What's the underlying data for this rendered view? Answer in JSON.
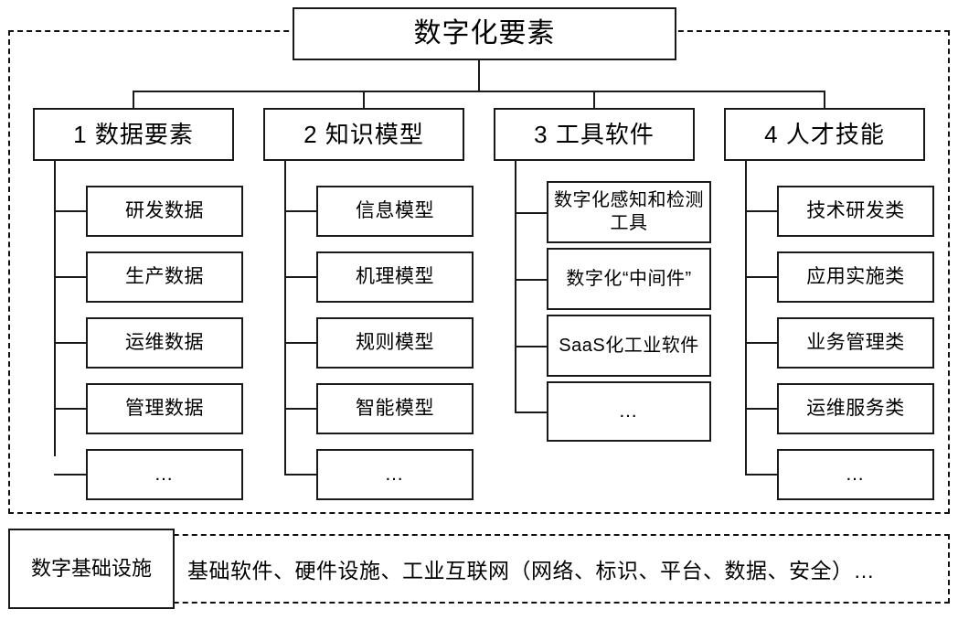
{
  "diagram": {
    "title": "数字化要素",
    "columns": [
      {
        "header": "1 数据要素",
        "items": [
          "研发数据",
          "生产数据",
          "运维数据",
          "管理数据",
          "…"
        ]
      },
      {
        "header": "2 知识模型",
        "items": [
          "信息模型",
          "机理模型",
          "规则模型",
          "智能模型",
          "…"
        ]
      },
      {
        "header": "3 工具软件",
        "items": [
          "数字化感知和检测工具",
          "数字化“中间件”",
          "SaaS化工业软件",
          "…"
        ]
      },
      {
        "header": "4 人才技能",
        "items": [
          "技术研发类",
          "应用实施类",
          "业务管理类",
          "运维服务类",
          "…"
        ]
      }
    ],
    "infrastructure": {
      "label": "数字基础设施",
      "text": "基础软件、硬件设施、工业互联网（网络、标识、平台、数据、安全）…"
    }
  },
  "colors": {
    "stroke": "#1a1a1a",
    "background": "#ffffff",
    "text": "#000000"
  }
}
